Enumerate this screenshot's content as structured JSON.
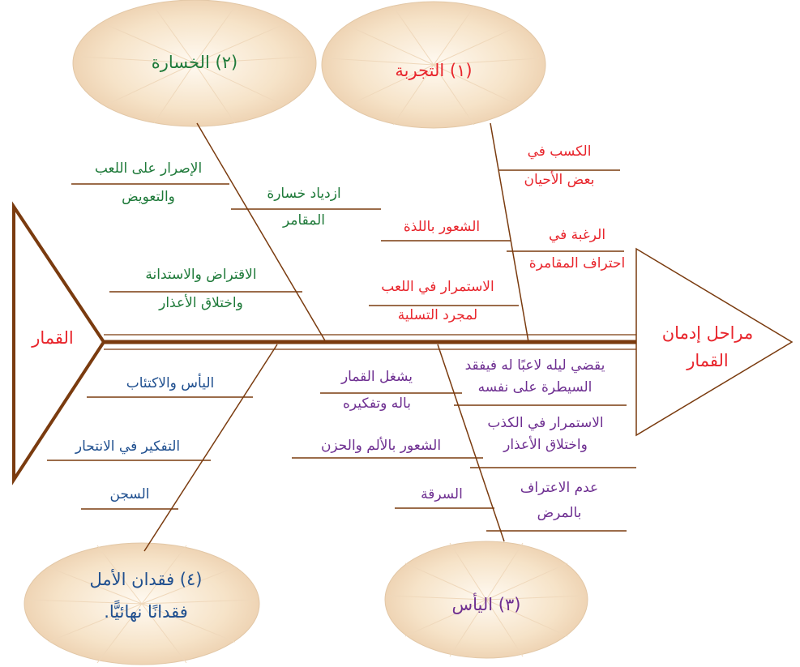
{
  "diagram": {
    "head": {
      "label_line1": "مراحل إدمان",
      "label_line2": "القمار"
    },
    "tail": {
      "label": "القمار"
    },
    "colors": {
      "bone": "#7a3b0f",
      "stage1": "#e8252c",
      "stage2": "#1f7a3a",
      "stage3": "#6e2f91",
      "stage4": "#1f4f8f"
    },
    "clouds": {
      "stage1": "(١) التجربة",
      "stage2": "(٢) الخسارة",
      "stage3": "(٣) اليأس",
      "stage4_line1": "(٤) فقدان الأمل",
      "stage4_line2": "فقدانًا نهائيًّا."
    },
    "stage1": {
      "gain_l1": "الكسب في",
      "gain_l2": "بعض الأحيان",
      "desire_l1": "الرغبة في",
      "desire_l2": "احتراف المقامرة",
      "pleasure": "الشعور باللذة",
      "fun_l1": "الاستمرار في اللعب",
      "fun_l2": "لمجرد التسلية"
    },
    "stage2": {
      "insist_l1": "الإصرار على اللعب",
      "insist_l2": "والتعويض",
      "loss_l1": "ازدياد خسارة",
      "loss_l2": "المقامر",
      "borrow_l1": "الاقتراض والاستدانة",
      "borrow_l2": "واختلاق الأعذار"
    },
    "stage3": {
      "night_l1": "يقضي ليله لاعبًا له فيفقد",
      "night_l2": "السيطرة على نفسه",
      "occupy_l1": "يشغل القمار",
      "occupy_l2": "باله وتفكيره",
      "lying_l1": "الاستمرار في الكذب",
      "lying_l2": "واختلاق الأعذار",
      "pain": "الشعور بالألم والحزن",
      "denial_l1": "عدم الاعتراف",
      "denial_l2": "بالمرض",
      "theft": "السرقة"
    },
    "stage4": {
      "despair": "اليأس والاكتئاب",
      "suicide": "التفكير في الانتحار",
      "prison": "السجن"
    }
  }
}
